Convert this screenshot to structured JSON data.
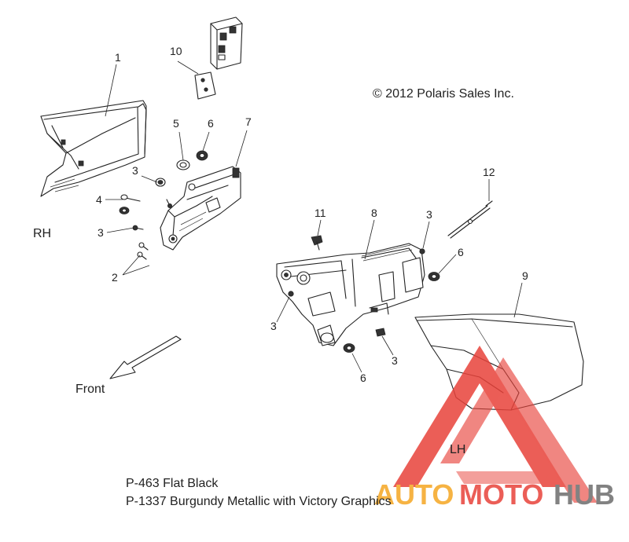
{
  "copyright": "© 2012 Polaris Sales Inc.",
  "side_labels": {
    "right": "RH",
    "left": "LH"
  },
  "direction_label": "Front",
  "paint_notes": [
    "P-463  Flat Black",
    "P-1337 Burgundy Metallic with Victory Graphics"
  ],
  "watermark": {
    "part1": "AUTO",
    "part2": "MOTO",
    "part3": "HUB"
  },
  "callouts": [
    {
      "id": "c1",
      "text": "1"
    },
    {
      "id": "c10",
      "text": "10"
    },
    {
      "id": "c5",
      "text": "5"
    },
    {
      "id": "c6a",
      "text": "6"
    },
    {
      "id": "c7",
      "text": "7"
    },
    {
      "id": "c3a",
      "text": "3"
    },
    {
      "id": "c4",
      "text": "4"
    },
    {
      "id": "c3b",
      "text": "3"
    },
    {
      "id": "c2",
      "text": "2"
    },
    {
      "id": "c12",
      "text": "12"
    },
    {
      "id": "c11",
      "text": "11"
    },
    {
      "id": "c8",
      "text": "8"
    },
    {
      "id": "c3c",
      "text": "3"
    },
    {
      "id": "c6b",
      "text": "6"
    },
    {
      "id": "c9",
      "text": "9"
    },
    {
      "id": "c3d",
      "text": "3"
    },
    {
      "id": "c3e",
      "text": "3"
    },
    {
      "id": "c6c",
      "text": "6"
    }
  ],
  "colors": {
    "line": "#222222",
    "watermark_red": "#e8423a",
    "watermark_orange": "#f5a623",
    "watermark_gray": "#6d6d6d"
  }
}
